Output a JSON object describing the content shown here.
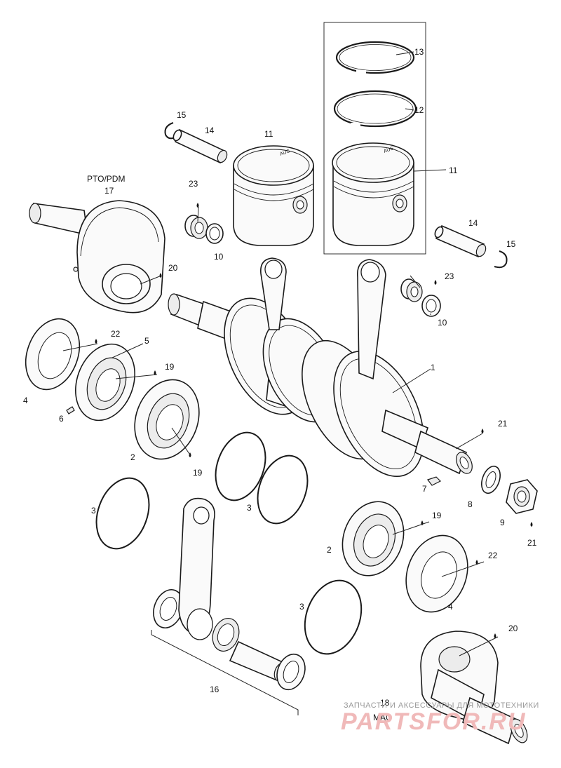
{
  "diagram": {
    "part_numbers": {
      "p1": "1",
      "p2a": "2",
      "p2b": "2",
      "p3a": "3",
      "p3b": "3",
      "p3c": "3",
      "p4a": "4",
      "p4b": "4",
      "p5": "5",
      "p6": "6",
      "p7": "7",
      "p8": "8",
      "p9": "9",
      "p10a": "10",
      "p10b": "10",
      "p11a": "11",
      "p11b": "11",
      "p12": "12",
      "p13": "13",
      "p14a": "14",
      "p14b": "14",
      "p15a": "15",
      "p15b": "15",
      "p16": "16",
      "p17": "17",
      "p18": "18",
      "p19a": "19",
      "p19b": "19",
      "p19c": "19",
      "p20a": "20",
      "p20b": "20",
      "p21a": "21",
      "p21b": "21",
      "p22a": "22",
      "p22b": "22",
      "p23a": "23",
      "p23b": "23"
    },
    "labels": {
      "pto": "PTO/PDM",
      "mag": "MAG",
      "piston_marking": "AUS"
    },
    "watermark": {
      "caption": "ЗАПЧАСТИ И АКСЕССУАРЫ ДЛЯ МОТОТЕХНИКИ",
      "brand": "PARTSFOR.RU"
    }
  }
}
